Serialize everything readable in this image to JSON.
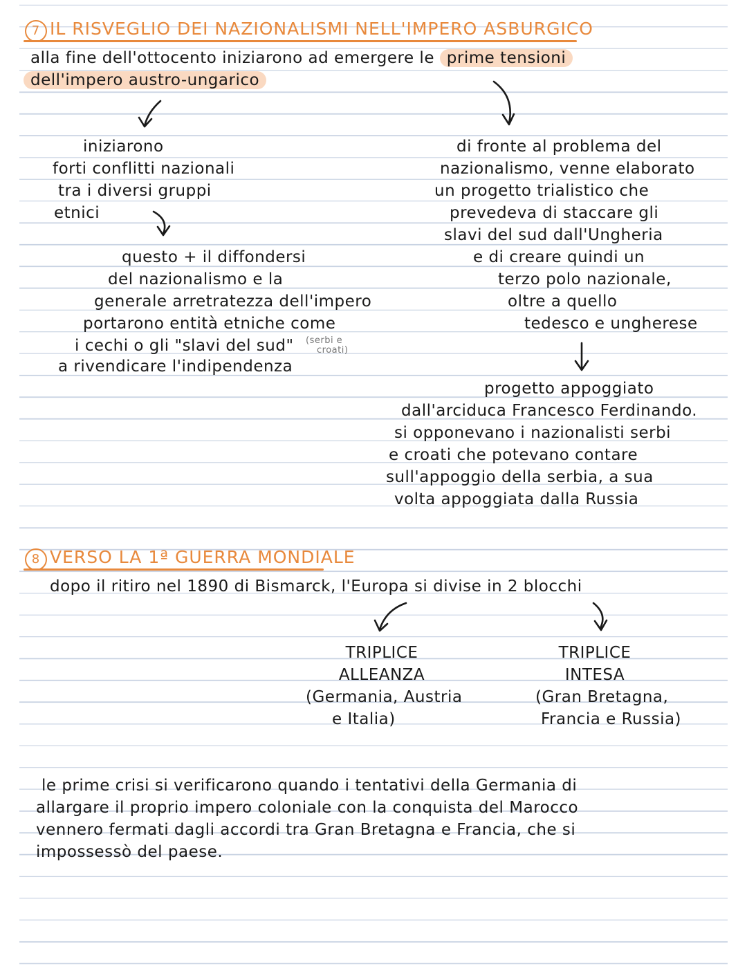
{
  "section7": {
    "number": "7",
    "title": "IL RISVEGLIO DEI NAZIONALISMI NELL'IMPERO ASBURGICO",
    "intro_line1_pre": "alla fine dell'ottocento iniziarono ad emergere le",
    "intro_line1_highlight": "prime tensioni",
    "intro_line2_highlight": "dell'impero austro-ungarico",
    "left": {
      "lines": [
        "iniziarono",
        "forti conflitti nazionali",
        "tra i diversi gruppi",
        "etnici"
      ],
      "consequence": [
        "questo + il diffondersi",
        "del nazionalismo e la",
        "generale arretratezza dell'impero",
        "portarono entità etniche come",
        "i cechi o gli \"slavi del sud\"",
        "a rivendicare l'indipendenza"
      ],
      "note_line1": "(serbi e",
      "note_line2": "croati)"
    },
    "right": {
      "lines": [
        "di fronte al problema del",
        "nazionalismo, venne elaborato",
        "un progetto trialistico che",
        "prevedeva di staccare gli",
        "slavi del sud dall'Ungheria",
        "e di creare quindi un",
        "terzo polo nazionale,",
        "oltre a quello",
        "tedesco e ungherese"
      ],
      "consequence": [
        "progetto appoggiato",
        "dall'arciduca Francesco Ferdinando.",
        "si opponevano i nazionalisti serbi",
        "e croati che potevano contare",
        "sull'appoggio della serbia, a sua",
        "volta appoggiata dalla Russia"
      ]
    }
  },
  "section8": {
    "number": "8",
    "title": "VERSO LA 1ª GUERRA MONDIALE",
    "intro": "dopo il ritiro nel 1890 di Bismarck, l'Europa si divise in 2 blocchi",
    "alliance": {
      "lines": [
        "TRIPLICE",
        "ALLEANZA",
        "(Germania, Austria",
        "e Italia)"
      ]
    },
    "entente": {
      "lines": [
        "TRIPLICE",
        "INTESA",
        "(Gran Bretagna,",
        "Francia e Russia)"
      ]
    },
    "paragraph": [
      "le prime crisi si verificarono quando i tentativi della Germania di",
      "allargare il proprio impero coloniale con la conquista del Marocco",
      "vennero fermati dagli accordi tra Gran Bretagna e Francia, che si",
      "impossessò del paese."
    ]
  },
  "colors": {
    "heading": "#e8893c",
    "highlight": "#fad9c1",
    "rule_lines": "#c9d3e3",
    "ink": "#1a1a1a"
  }
}
